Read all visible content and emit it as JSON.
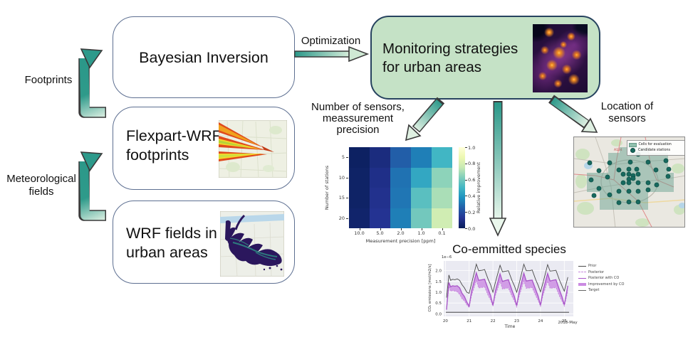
{
  "labels": {
    "footprints": "Footprints",
    "met_line1": "Meteorological",
    "met_line2": "fields",
    "optimization": "Optimization",
    "sensors_line1": "Number of sensors,",
    "sensors_line2": "meassurement",
    "sensors_line3": "precision",
    "location_line1": "Location of",
    "location_line2": "sensors"
  },
  "nodes": {
    "bayesian": "Bayesian Inversion",
    "flexpart_line1": "Flexpart-WRF",
    "flexpart_line2": "footprints",
    "wrf_line1": "WRF fields in",
    "wrf_line2": "urban areas",
    "monitoring_line1": "Monitoring strategies",
    "monitoring_line2": "for urban areas"
  },
  "colors": {
    "arrow_teal": "#2b9889",
    "arrow_light": "#e2f3e4",
    "box_border": "#5d6f91",
    "green_box_fill": "#c5e2c6",
    "green_box_border": "#27435f"
  },
  "chart_data": [
    {
      "type": "heatmap",
      "x_categories": [
        "10.0",
        "5.0",
        "2.0",
        "1.0",
        "0.1"
      ],
      "y_categories": [
        "5",
        "10",
        "15",
        "20"
      ],
      "xlabel": "Measurement precision [ppm]",
      "ylabel": "Number of stations",
      "colorbar_label": "Relative improvement",
      "colorbar_ticks": [
        "1.0",
        "0.8",
        "0.6",
        "0.4",
        "0.2",
        "0.0"
      ],
      "values": [
        [
          0.02,
          0.08,
          0.25,
          0.33,
          0.5
        ],
        [
          0.03,
          0.1,
          0.3,
          0.45,
          0.65
        ],
        [
          0.03,
          0.11,
          0.31,
          0.55,
          0.7
        ],
        [
          0.04,
          0.12,
          0.33,
          0.6,
          0.78
        ]
      ],
      "colormap_stops": [
        "#081d58",
        "#253494",
        "#225ea8",
        "#1d91c0",
        "#41b6c4",
        "#7fcdbb",
        "#c7e9b4",
        "#edf8b1",
        "#ffffd9"
      ]
    },
    {
      "type": "line",
      "title": "Co-emmitted species",
      "xlabel": "Time",
      "x_extra_label": "2018-May",
      "ylabel": "CO₂ emissions [mol/m2/s]",
      "scale_note": "1e−6",
      "x_ticks": [
        20,
        21,
        22,
        23,
        24,
        25
      ],
      "y_ticks": [
        0.0,
        0.5,
        1.0,
        1.5,
        2.0
      ],
      "xlim": [
        19.93,
        25.38
      ],
      "ylim": [
        -0.12,
        2.45
      ],
      "target_value": 0.07,
      "x": [
        20.05,
        20.15,
        20.22,
        20.3,
        20.4,
        20.5,
        20.6,
        20.7,
        20.8,
        20.9,
        21.0,
        21.1,
        21.3,
        21.4,
        21.55,
        21.65,
        21.8,
        21.9,
        22.0,
        22.1,
        22.3,
        22.4,
        22.55,
        22.65,
        22.8,
        22.9,
        23.0,
        23.1,
        23.3,
        23.4,
        23.55,
        23.65,
        23.8,
        23.9,
        24.0,
        24.1,
        24.3,
        24.4,
        24.55,
        24.65,
        24.8,
        24.9,
        25.0,
        25.15
      ],
      "series": [
        {
          "name": "Prior",
          "color": "#4a4a4a",
          "style": "solid",
          "values": [
            0.75,
            1.8,
            1.55,
            1.6,
            1.58,
            1.62,
            1.55,
            1.35,
            1.2,
            1.0,
            0.95,
            1.4,
            2.3,
            2.0,
            2.02,
            2.05,
            1.6,
            1.35,
            1.0,
            1.45,
            2.25,
            1.95,
            1.98,
            2.0,
            1.55,
            1.3,
            1.0,
            1.4,
            2.3,
            2.0,
            2.0,
            2.03,
            1.58,
            1.32,
            1.02,
            1.42,
            2.28,
            1.98,
            2.0,
            2.02,
            1.56,
            1.3,
            1.05,
            1.7
          ]
        },
        {
          "name": "Posterior",
          "color": "#c788dd",
          "style": "dashed",
          "values": [
            0.18,
            1.28,
            1.05,
            1.08,
            1.05,
            1.02,
            0.9,
            0.7,
            0.6,
            0.42,
            0.3,
            0.85,
            1.55,
            1.2,
            1.22,
            1.25,
            0.85,
            0.65,
            0.35,
            0.85,
            1.5,
            1.15,
            1.18,
            1.2,
            0.82,
            0.6,
            0.32,
            0.82,
            1.52,
            1.18,
            1.2,
            1.22,
            0.85,
            0.62,
            0.35,
            0.85,
            1.52,
            1.18,
            1.2,
            1.22,
            0.82,
            0.6,
            0.36,
            1.05
          ]
        },
        {
          "name": "Posterior with CO",
          "color": "#a855c8",
          "style": "solid",
          "values": [
            0.2,
            1.45,
            1.25,
            1.3,
            1.28,
            1.3,
            1.2,
            0.95,
            0.8,
            0.55,
            0.35,
            1.05,
            1.9,
            1.55,
            1.58,
            1.6,
            1.15,
            0.85,
            0.4,
            1.05,
            1.85,
            1.5,
            1.55,
            1.58,
            1.1,
            0.8,
            0.38,
            1.02,
            1.88,
            1.52,
            1.55,
            1.56,
            1.12,
            0.82,
            0.4,
            1.05,
            1.87,
            1.52,
            1.56,
            1.58,
            1.1,
            0.8,
            0.42,
            1.3
          ]
        },
        {
          "name": "Improvement by CO",
          "color": "#cb8ae2",
          "style": "fill"
        },
        {
          "name": "Target",
          "color": "#666666",
          "style": "solid_flat"
        }
      ]
    },
    {
      "type": "map",
      "legend": [
        {
          "label": "Cells for evaluation",
          "symbol": "patch",
          "color": "#8fc0ad"
        },
        {
          "label": "Candidate stations",
          "symbol": "dot",
          "color": "#17695e"
        }
      ],
      "road_labels": [
        "A134"
      ],
      "evaluation_cells": [
        [
          64,
          14,
          42,
          8
        ],
        [
          48,
          22,
          84,
          28
        ],
        [
          18,
          50,
          122,
          27
        ],
        [
          36,
          77,
          68,
          25
        ]
      ],
      "stations": [
        [
          22,
          36
        ],
        [
          50,
          36
        ],
        [
          79,
          35
        ],
        [
          90,
          24
        ],
        [
          104,
          35
        ],
        [
          129,
          33
        ],
        [
          35,
          47
        ],
        [
          63,
          46
        ],
        [
          77,
          45
        ],
        [
          88,
          45
        ],
        [
          115,
          46
        ],
        [
          133,
          45
        ],
        [
          24,
          60
        ],
        [
          47,
          56
        ],
        [
          69,
          52
        ],
        [
          77,
          52
        ],
        [
          83,
          54
        ],
        [
          90,
          52
        ],
        [
          132,
          55
        ],
        [
          77,
          59
        ],
        [
          83,
          58
        ],
        [
          69,
          64
        ],
        [
          77,
          64
        ],
        [
          90,
          64
        ],
        [
          104,
          64
        ],
        [
          116,
          67
        ],
        [
          35,
          72
        ],
        [
          63,
          76
        ],
        [
          77,
          76
        ],
        [
          90,
          76
        ],
        [
          104,
          74
        ],
        [
          50,
          81
        ],
        [
          28,
          82
        ],
        [
          63,
          92
        ],
        [
          77,
          91
        ],
        [
          90,
          91
        ]
      ]
    }
  ]
}
